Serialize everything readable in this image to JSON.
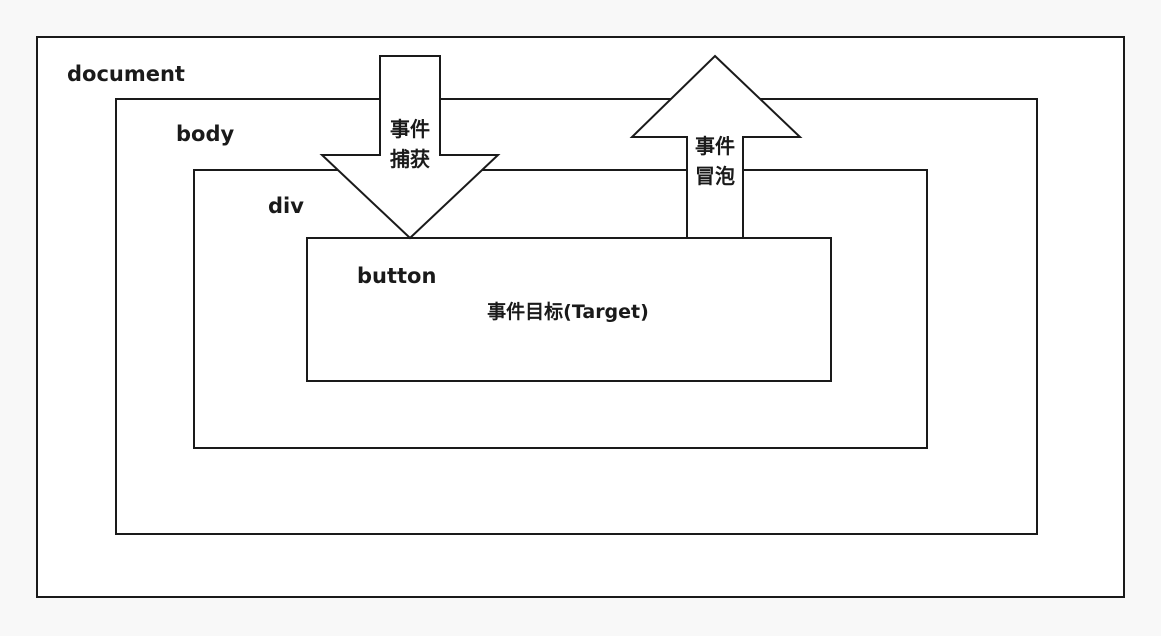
{
  "boxes": {
    "document": {
      "label": "document"
    },
    "body": {
      "label": "body"
    },
    "div": {
      "label": "div"
    },
    "button": {
      "label": "button",
      "target_text": "事件目标(Target)"
    }
  },
  "arrows": {
    "capture": {
      "direction": "down",
      "line1": "事件",
      "line2": "捕获"
    },
    "bubble": {
      "direction": "up",
      "line1": "事件",
      "line2": "冒泡"
    }
  },
  "colors": {
    "background": "#f8f8f8",
    "box_fill": "#ffffff",
    "stroke": "#1a1a1a"
  }
}
